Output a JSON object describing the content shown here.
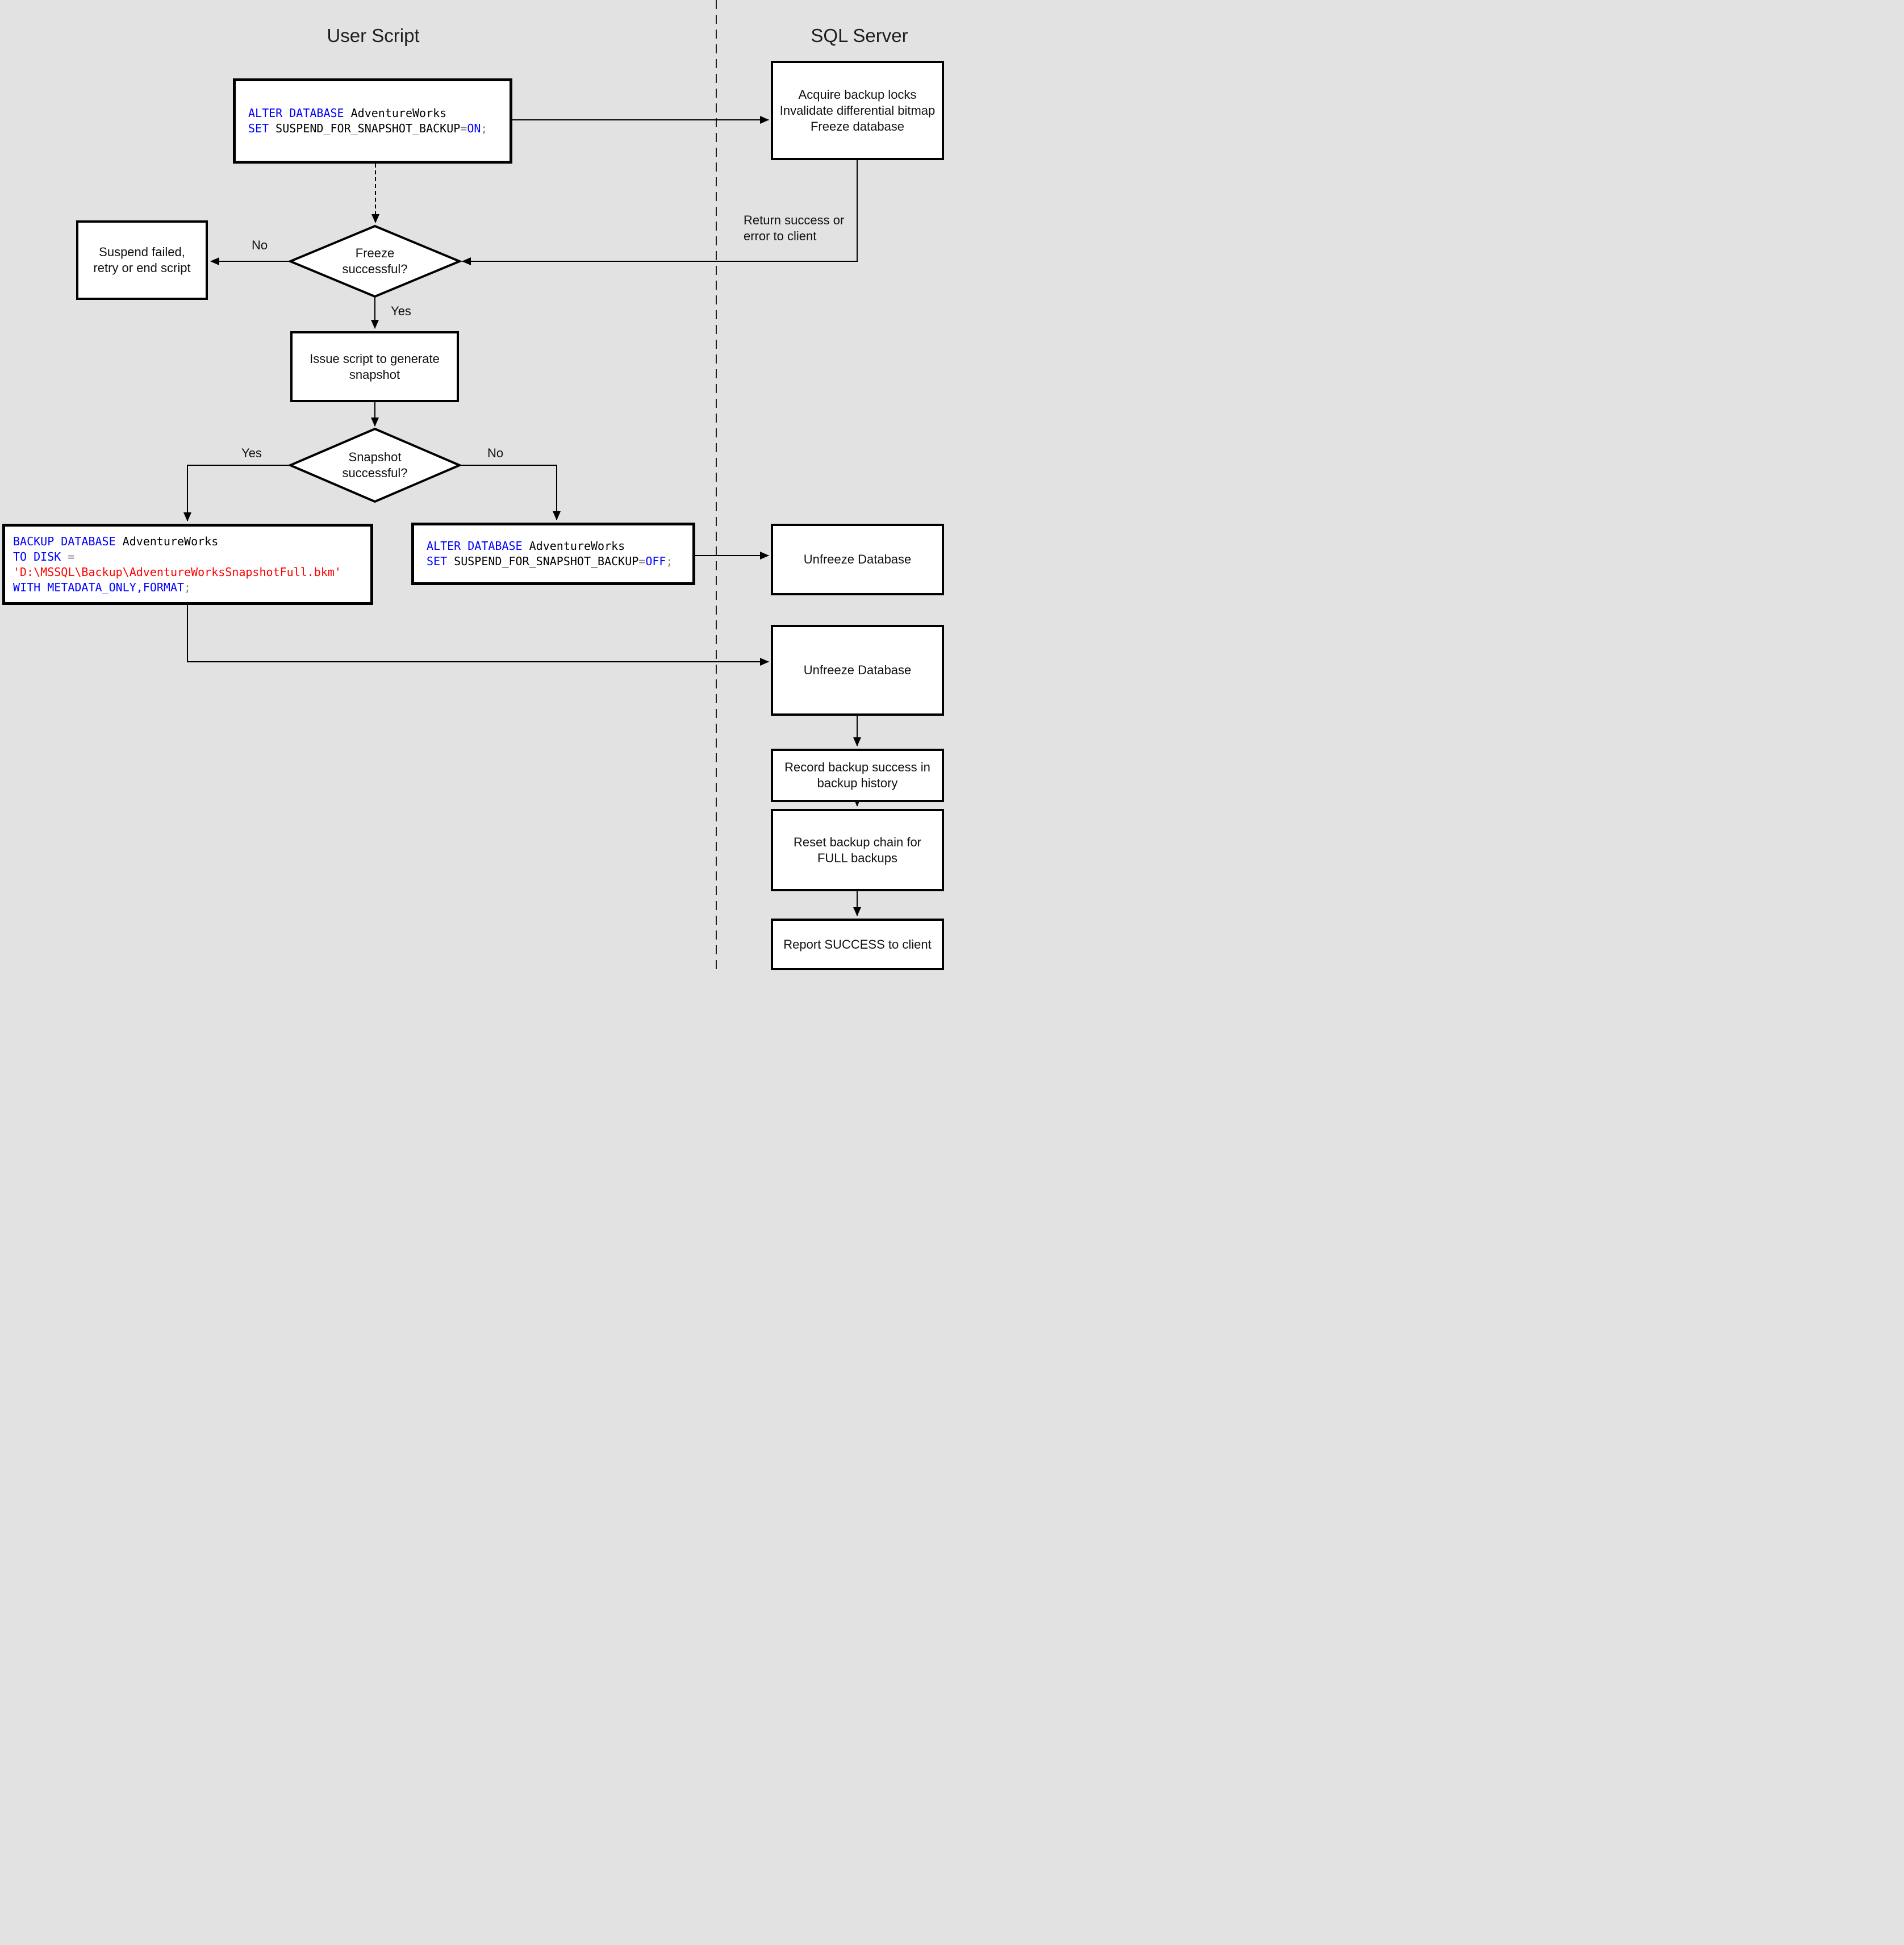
{
  "titles": {
    "user_script": "User Script",
    "sql_server": "SQL Server"
  },
  "colors": {
    "keyword": "#0000ff",
    "string": "#ff0000",
    "operator": "#808080",
    "identifier": "#000000",
    "background": "#e2e2e2",
    "box_fill": "#ffffff",
    "line": "#000000"
  },
  "code_boxes": {
    "alter_on": {
      "lines": [
        [
          [
            "kw",
            "ALTER DATABASE"
          ],
          [
            "id",
            " AdventureWorks"
          ]
        ],
        [
          [
            "kw",
            "SET"
          ],
          [
            "id",
            " SUSPEND_FOR_SNAPSHOT_BACKUP"
          ],
          [
            "op",
            "="
          ],
          [
            "kw",
            "ON"
          ],
          [
            "op",
            ";"
          ]
        ]
      ]
    },
    "alter_off": {
      "lines": [
        [
          [
            "kw",
            "ALTER DATABASE"
          ],
          [
            "id",
            " AdventureWorks"
          ]
        ],
        [
          [
            "kw",
            "SET"
          ],
          [
            "id",
            " SUSPEND_FOR_SNAPSHOT_BACKUP"
          ],
          [
            "op",
            "="
          ],
          [
            "kw",
            "OFF"
          ],
          [
            "op",
            ";"
          ]
        ]
      ]
    },
    "backup": {
      "lines": [
        [
          [
            "kw",
            "BACKUP DATABASE"
          ],
          [
            "id",
            " AdventureWorks"
          ]
        ],
        [
          [
            "kw",
            "TO DISK"
          ],
          [
            "op",
            " ="
          ]
        ],
        [
          [
            "str",
            "'D:\\MSSQL\\Backup\\AdventureWorksSnapshotFull.bkm'"
          ]
        ],
        [
          [
            "kw",
            "WITH METADATA_ONLY,FORMAT"
          ],
          [
            "op",
            ";"
          ]
        ]
      ]
    }
  },
  "process_boxes": {
    "acquire": [
      "Acquire backup locks",
      "Invalidate differential bitmap",
      "Freeze database"
    ],
    "suspend_failed": [
      "Suspend failed,",
      "retry or end script"
    ],
    "issue_script": [
      "Issue script to generate snapshot"
    ],
    "unfreeze_db_1": [
      "Unfreeze Database"
    ],
    "unfreeze_db_2": [
      "Unfreeze Database"
    ],
    "record_success": [
      "Record backup success in backup history"
    ],
    "reset_chain": [
      "Reset backup chain for FULL backups"
    ],
    "report_success": [
      "Report SUCCESS to client"
    ]
  },
  "decisions": {
    "freeze": "Freeze successful?",
    "snapshot": "Snapshot successful?"
  },
  "edge_labels": {
    "freeze_no": "No",
    "freeze_yes": "Yes",
    "snapshot_yes": "Yes",
    "snapshot_no": "No",
    "return_note": "Return success or error to client"
  }
}
